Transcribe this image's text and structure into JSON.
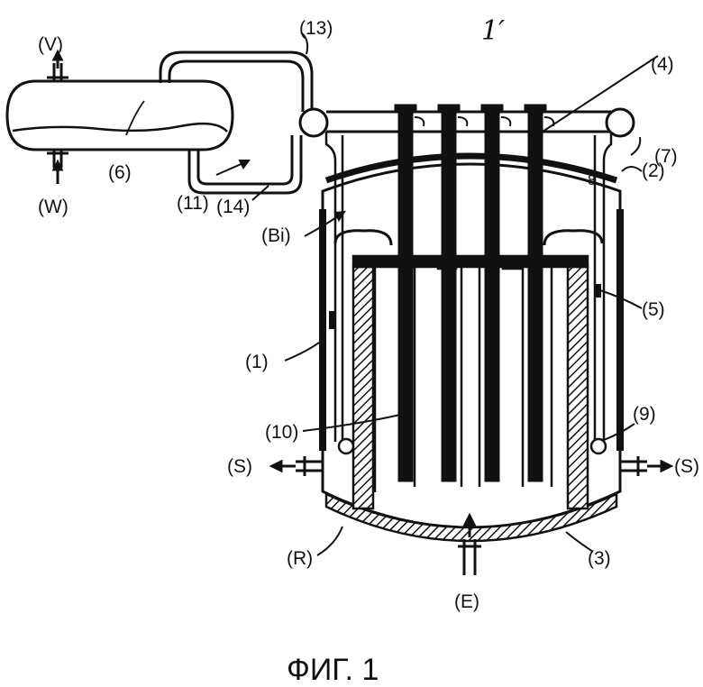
{
  "figure": {
    "reference": "1′",
    "caption": "ФИГ. 1",
    "labels": {
      "l1": "(1)",
      "l2": "(2)",
      "l3": "(3)",
      "l4": "(4)",
      "l5": "(5)",
      "l6": "(6)",
      "l7": "(7)",
      "l8": "8",
      "l9": "(9)",
      "l10": "(10)",
      "l11": "(11)",
      "l13": "(13)",
      "l14": "(14)",
      "bi": "(Bi)",
      "v": "(V)",
      "w": "(W)",
      "r": "(R)",
      "e": "(E)",
      "s_left": "(S)",
      "s_right": "(S)"
    }
  }
}
